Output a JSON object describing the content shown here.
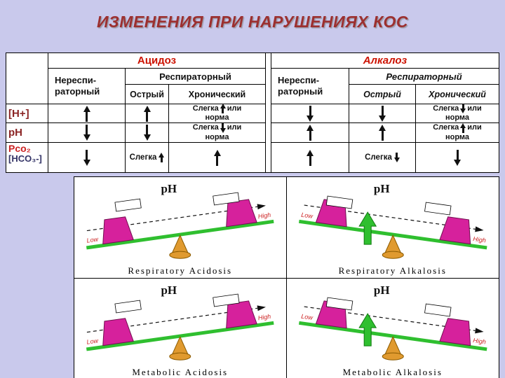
{
  "slide": {
    "title": "ИЗМЕНЕНИЯ ПРИ НАРУШЕНИЯХ КОС"
  },
  "table": {
    "col_headers": {
      "acidosis": "Ацидоз",
      "alkalosis": "Алкалоз",
      "nonrespiratory_line1": "Нереспи-",
      "nonrespiratory_line2": "раторный",
      "respiratory": "Респираторный",
      "acute": "Острый",
      "chronic": "Хронический"
    },
    "row_headers": {
      "h_ion": "[H+]",
      "ph": "pH",
      "pco2": "Pco₂",
      "hco3": "[HCO₃-]"
    },
    "phrases": {
      "slightly": "Слегка",
      "or": "или",
      "norm": "норма"
    },
    "values": {
      "h_ion": {
        "acidosis": [
          "↑",
          "↑",
          "Слегка ↑ или норма"
        ],
        "alkalosis": [
          "↓",
          "↓",
          "Слегка ↓ или норма"
        ]
      },
      "ph": {
        "acidosis": [
          "↓",
          "↓",
          "Слегка ↓ или норма"
        ],
        "alkalosis": [
          "↑",
          "↑",
          "Слегка ↑ или норма"
        ]
      },
      "pco2_hco3": {
        "acidosis": [
          "↓",
          "Слегка ↑",
          "↑"
        ],
        "alkalosis": [
          "↑",
          "Слегка ↓",
          "↓"
        ]
      }
    }
  },
  "panels": [
    {
      "ph_label": "pH",
      "low_label": "Low",
      "high_label": "High",
      "tilt": "left-down",
      "caption": "Respiratory Acidosis"
    },
    {
      "ph_label": "pH",
      "low_label": "Low",
      "high_label": "High",
      "tilt": "right-down",
      "caption": "Respiratory Alkalosis"
    },
    {
      "ph_label": "pH",
      "low_label": "Low",
      "high_label": "High",
      "tilt": "left-down",
      "caption": "Metabolic Acidosis"
    },
    {
      "ph_label": "pH",
      "low_label": "Low",
      "high_label": "High",
      "tilt": "right-down",
      "caption": "Metabolic Alkalosis"
    }
  ],
  "colors": {
    "background": "#c9c9ec",
    "title": "#9c3030",
    "header_red": "#cc1100",
    "beam_green": "#2fbf2f",
    "weight_magenta": "#d6219c",
    "fulcrum_orange": "#e09a2f"
  }
}
